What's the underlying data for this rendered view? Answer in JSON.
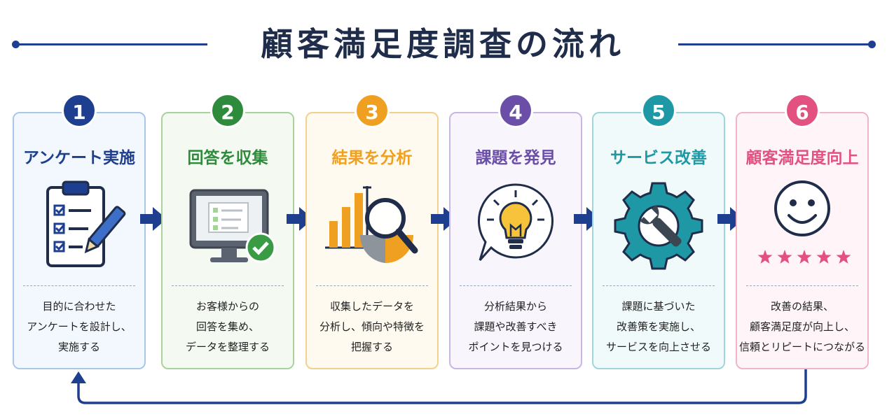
{
  "title": "顧客満足度調査の流れ",
  "steps": [
    {
      "num": "1",
      "title": "アンケート実施",
      "desc": [
        "目的に合わせた",
        "アンケートを設計し、",
        "実施する"
      ],
      "color": "#1e3f8f",
      "bg": "#f3f8ff",
      "border": "#a9c7ea",
      "icon": "clipboard-checklist-icon"
    },
    {
      "num": "2",
      "title": "回答を収集",
      "desc": [
        "お客様からの",
        "回答を集め、",
        "データを整理する"
      ],
      "color": "#2e8b3c",
      "bg": "#f4faf1",
      "border": "#a8d39a",
      "icon": "monitor-check-icon"
    },
    {
      "num": "3",
      "title": "結果を分析",
      "desc": [
        "収集したデータを",
        "分析し、傾向や特徴を",
        "把握する"
      ],
      "color": "#f0a021",
      "bg": "#fffaf0",
      "border": "#f3d08c",
      "icon": "chart-magnifier-icon"
    },
    {
      "num": "4",
      "title": "課題を発見",
      "desc": [
        "分析結果から",
        "課題や改善すべき",
        "ポイントを見つける"
      ],
      "color": "#6b4ea8",
      "bg": "#f8f5fd",
      "border": "#c7b6e6",
      "icon": "lightbulb-bubble-icon"
    },
    {
      "num": "5",
      "title": "サービス改善",
      "desc": [
        "課題に基づいた",
        "改善策を実施し、",
        "サービスを向上させる"
      ],
      "color": "#1e98a4",
      "bg": "#f1fafa",
      "border": "#9fd6da",
      "icon": "gear-wrench-icon"
    },
    {
      "num": "6",
      "title": "顧客満足度向上",
      "desc": [
        "改善の結果、",
        "顧客満足度が向上し、",
        "信頼とリピートにつながる"
      ],
      "color": "#e2517f",
      "bg": "#fff5f8",
      "border": "#f2b5c8",
      "icon": "smiley-stars-icon"
    }
  ]
}
